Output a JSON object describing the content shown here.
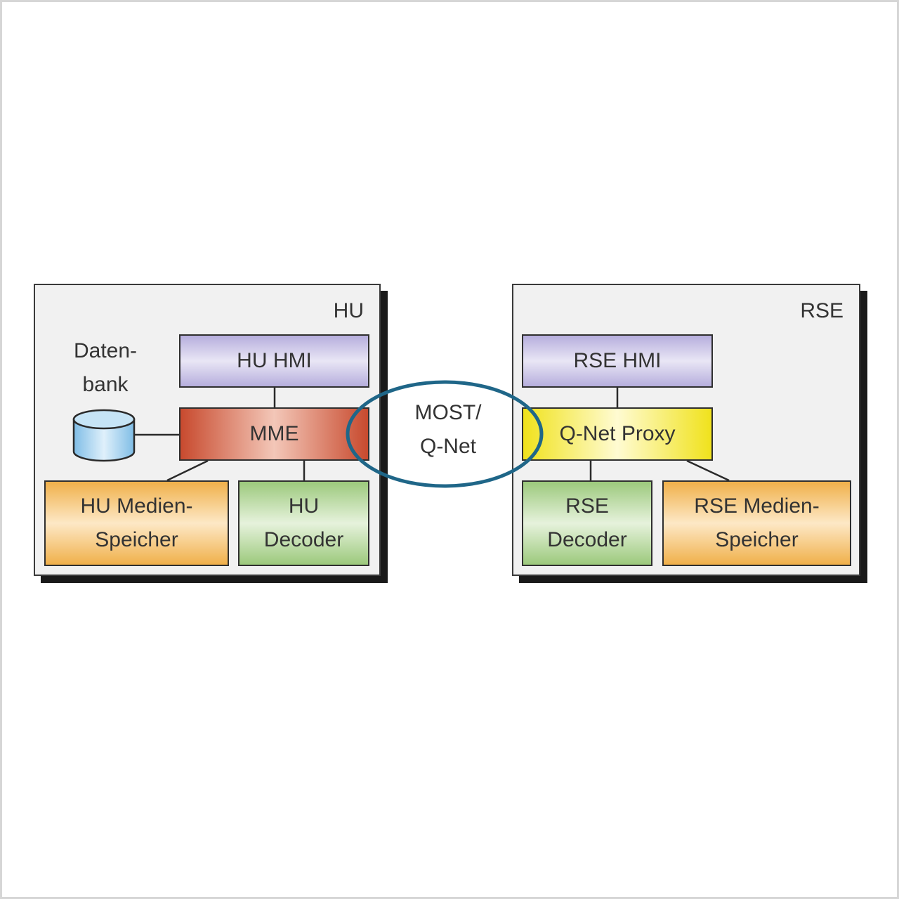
{
  "hu": {
    "label": "HU",
    "hmi": "HU HMI",
    "mme": "MME",
    "database": "Daten-\nbank",
    "media": "HU Medien-\nSpeicher",
    "decoder": "HU\nDecoder"
  },
  "rse": {
    "label": "RSE",
    "hmi": "RSE HMI",
    "proxy": "Q-Net Proxy",
    "decoder": "RSE\nDecoder",
    "media": "RSE Medien-\nSpeicher"
  },
  "network": {
    "label": "MOST/\nQ-Net",
    "ring_color": "#1f6688"
  },
  "colors": {
    "hmi": "#b6aedd",
    "mme": "#c84a2e",
    "proxy": "#f0e21c",
    "media": "#f0b04a",
    "decoder": "#9cc97c",
    "database": "#a9d4ef"
  }
}
